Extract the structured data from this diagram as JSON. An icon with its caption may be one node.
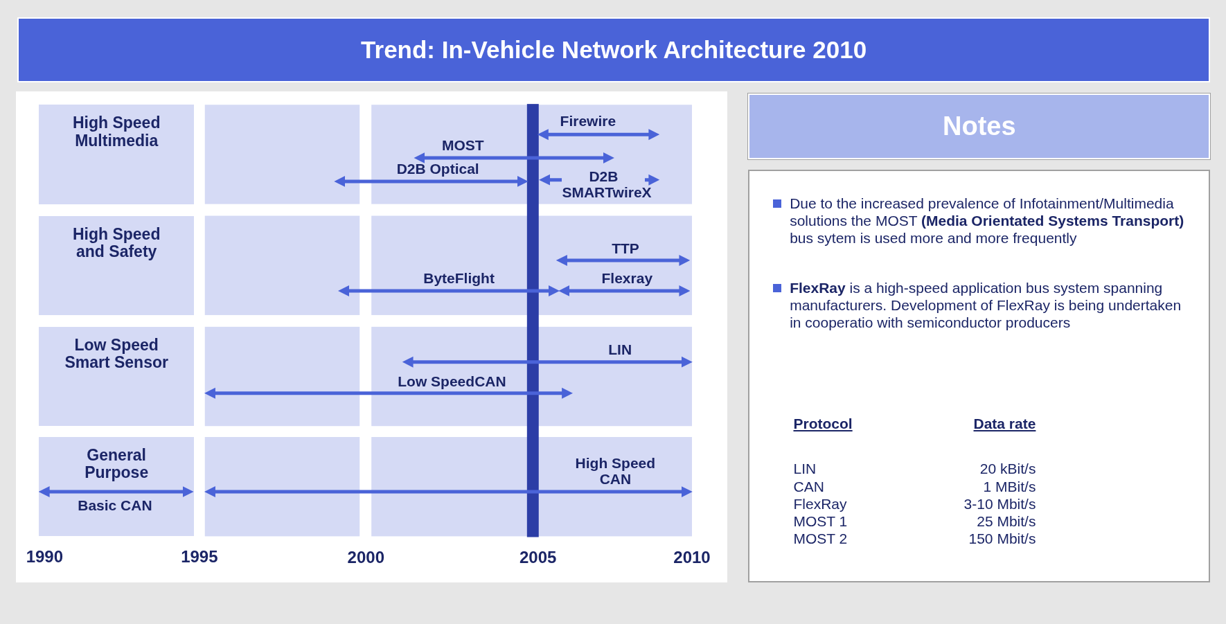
{
  "diagram": {
    "title": "Trend: In-Vehicle Network Architecture 2010",
    "nodes": [
      {
        "text": [
          "High Speed Multimedia"
        ]
      },
      {
        "text": [
          "High Speed and Safety"
        ]
      },
      {
        "text": [
          "Low Speed Smart Sensor"
        ]
      },
      {
        "text": [
          "General Purpose"
        ]
      },
      {
        "text": [
          "Notes"
        ]
      },
      {
        "text": [
          "Due to the increased prevalence of Infotainment/Multimedia solutions the MOST **(Media Orientated Systems Transport)** bus sytem is used more and more frequently",
          "**FlexRay** is a high-speed application bus system spanning manufacturers. Development of FlexRay is being undertaken in cooperatio with semiconductor producers"
        ]
      }
    ],
    "labels": [
      "Firewire",
      "MOST",
      "D2B Optical",
      "D2B SMARTwireX",
      "TTP",
      "ByteFlight",
      "Flexray",
      "LIN",
      "Low SpeedCAN",
      "High Speed CAN",
      "Basic CAN",
      "1990",
      "1995",
      "2000",
      "2005",
      "2010",
      "Protocol",
      "Data rate",
      "LIN",
      "20 kBit/s",
      "CAN",
      "1 MBit/s",
      "FlexRay",
      "3-10 Mbit/s",
      "MOST 1",
      "25 Mbit/s",
      "MOST 2",
      "150 Mbit/s"
    ]
  }
}
